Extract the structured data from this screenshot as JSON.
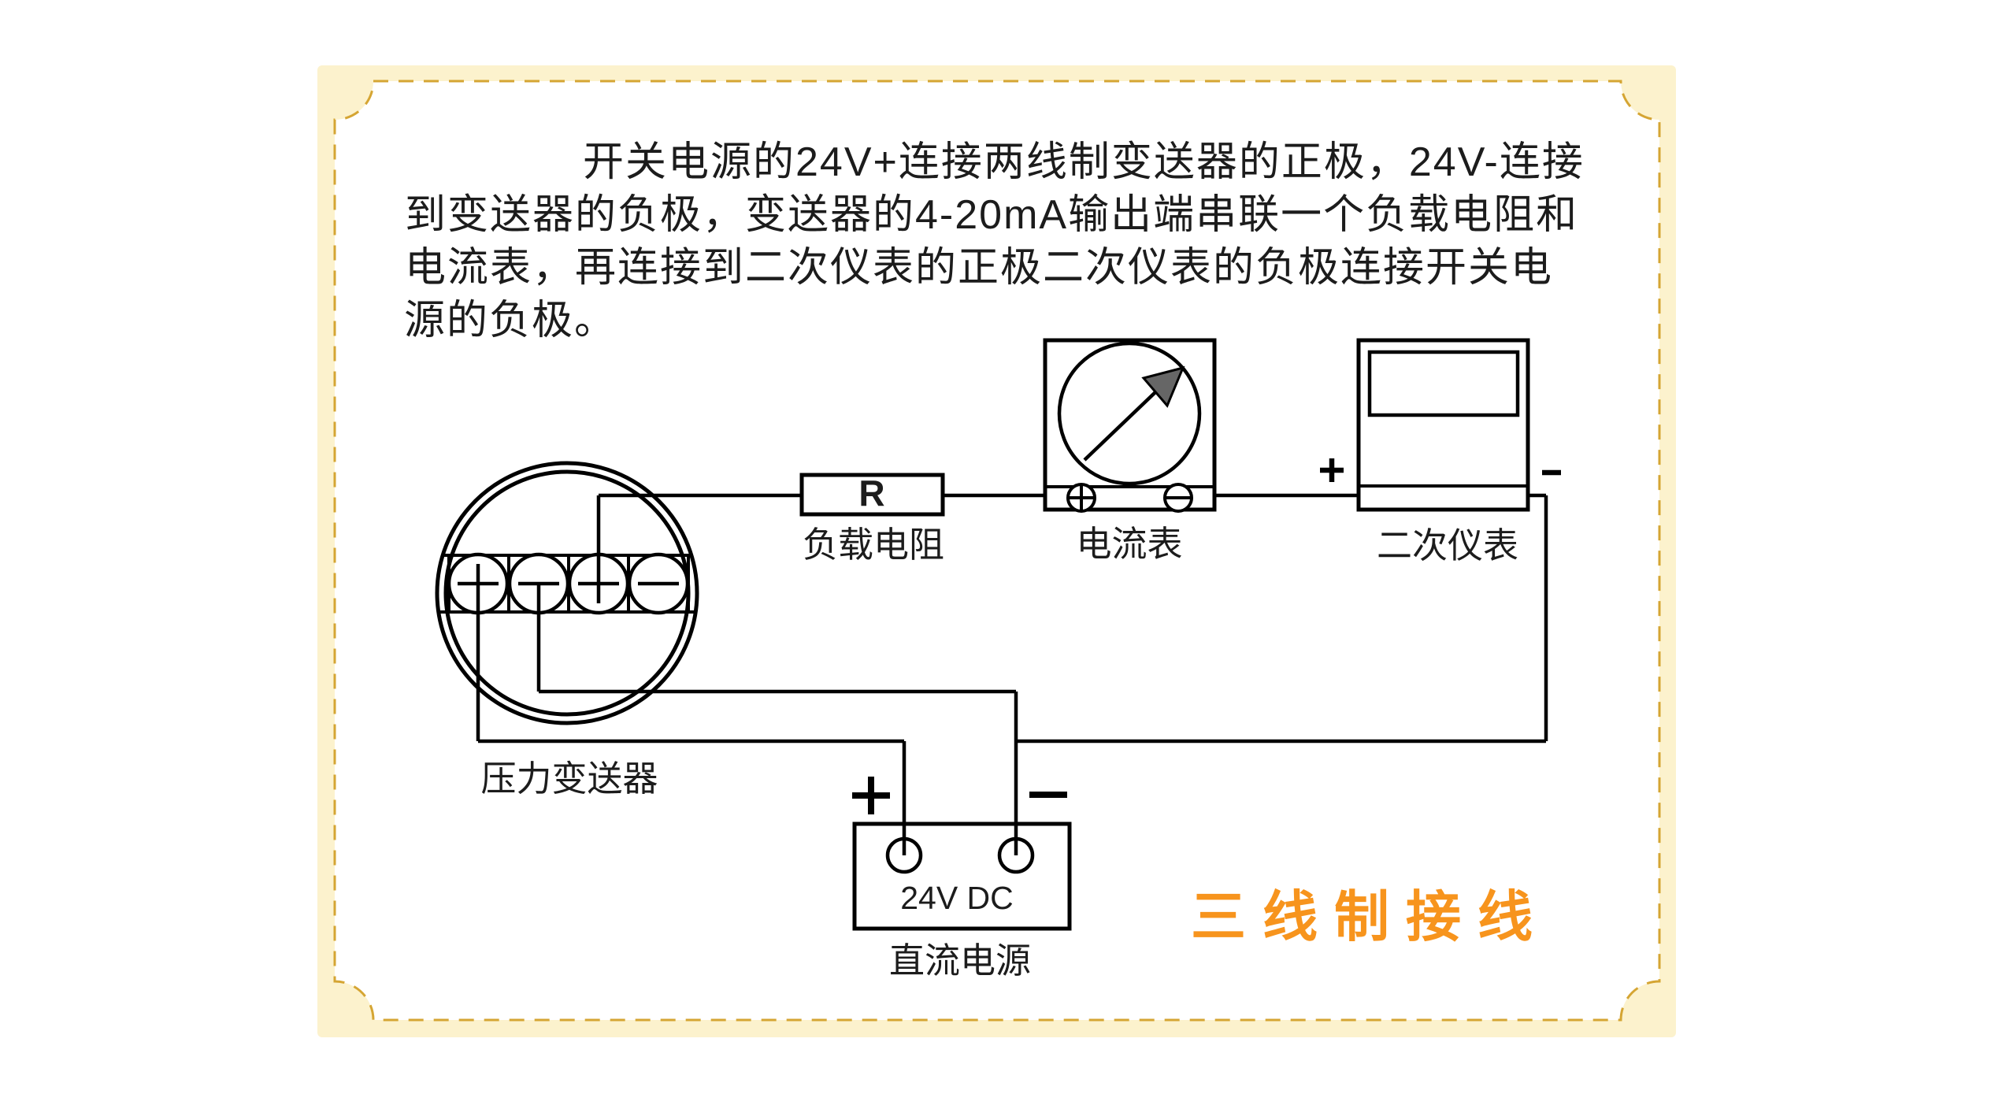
{
  "card": {
    "background_color": "#FCF2CD",
    "dash_border_color": "#D5A533"
  },
  "paragraph": {
    "lines": [
      "开关电源的24V+连接两线制变送器的正极，24V-连接",
      "到变送器的负极，变送器的4-20mA输出端串联一个负载电阻和",
      "电流表，再连接到二次仪表的正极二次仪表的负极连接开关电",
      "源的负极。"
    ]
  },
  "diagram": {
    "transmitter": {
      "label": "压力变送器",
      "terminals": [
        "+",
        "-",
        "+",
        "-"
      ]
    },
    "load_resistor": {
      "symbol": "R",
      "label": "负载电阻"
    },
    "ammeter": {
      "label": "电流表",
      "terminals": [
        "+",
        "-"
      ]
    },
    "secondary_instrument": {
      "label": "二次仪表",
      "plus": "+",
      "minus": "-"
    },
    "power_supply": {
      "value": "24V DC",
      "label": "直流电源",
      "plus": "+",
      "minus": "-"
    }
  },
  "title": {
    "text": "三线制接线",
    "color": "#F7941D"
  }
}
